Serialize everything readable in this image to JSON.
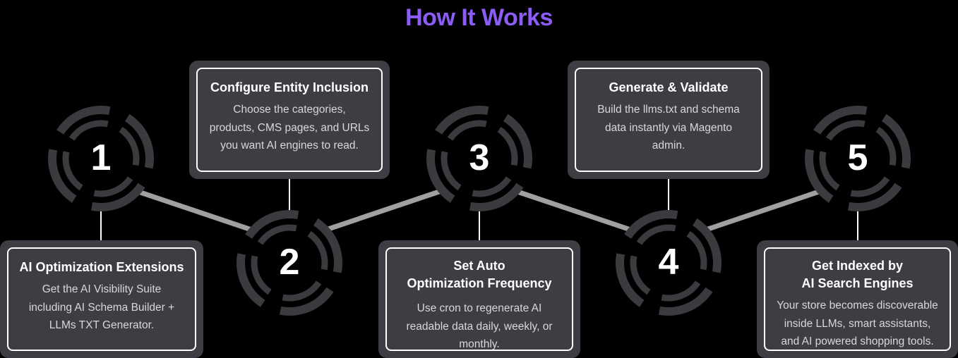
{
  "header": {
    "title": "How It Works",
    "title_color": "#8b5cf6"
  },
  "theme": {
    "background": "#000000",
    "card_background": "#3d3e43",
    "card_border": "#ffffff",
    "ring_color": "#3a3b3f",
    "connector_color": "#a0a0a0",
    "stem_color": "#ffffff",
    "title_text": "#ffffff",
    "body_text": "#d7d8da"
  },
  "steps": [
    {
      "number": "1",
      "card_title": "AI Optimization Extensions",
      "card_body": "Get the AI Visibility Suite\nincluding AI Schema Builder +\nLLMs TXT Generator.",
      "card_position": "below"
    },
    {
      "number": "2",
      "card_title": "Configure Entity Inclusion",
      "card_body": "Choose the categories,\nproducts, CMS pages, and URLs\nyou want AI engines to read.",
      "card_position": "above"
    },
    {
      "number": "3",
      "card_title": "Set Auto\nOptimization Frequency",
      "card_body": "Use cron to regenerate AI\nreadable data daily, weekly, or\nmonthly.",
      "card_position": "below"
    },
    {
      "number": "4",
      "card_title": "Generate & Validate",
      "card_body": "Build the llms.txt and schema\ndata instantly via Magento\nadmin.",
      "card_position": "above"
    },
    {
      "number": "5",
      "card_title": "Get Indexed by\nAI Search Engines",
      "card_body": "Your store becomes discoverable\ninside LLMs, smart assistants,\nand AI powered shopping tools.",
      "card_position": "below"
    }
  ]
}
